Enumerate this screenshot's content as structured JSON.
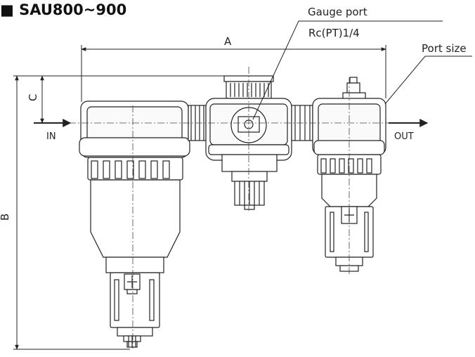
{
  "title": "■ SAU800~900",
  "labels": {
    "gauge_port": "Gauge port",
    "gauge_thread": "Rc(PT)1/4",
    "port_size": "Port size",
    "dim_a": "A",
    "dim_b": "B",
    "dim_c": "C",
    "inlet": "IN",
    "outlet": "OUT"
  }
}
